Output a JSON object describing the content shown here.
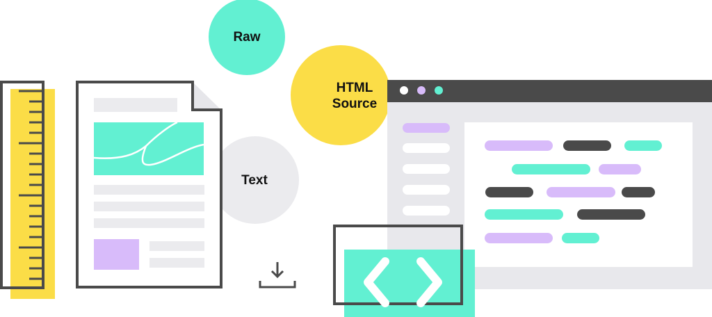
{
  "bubbles": {
    "raw": "Raw",
    "html_source_line1": "HTML",
    "html_source_line2": "Source",
    "text": "Text"
  },
  "colors": {
    "teal": "#62f0d2",
    "yellow": "#fbdd47",
    "purple": "#d8bbfa",
    "dark": "#4a4a4a",
    "light_gray": "#ebebee"
  },
  "icons": [
    "ruler-icon",
    "document-icon",
    "download-icon",
    "browser-window",
    "code-brackets-icon"
  ]
}
